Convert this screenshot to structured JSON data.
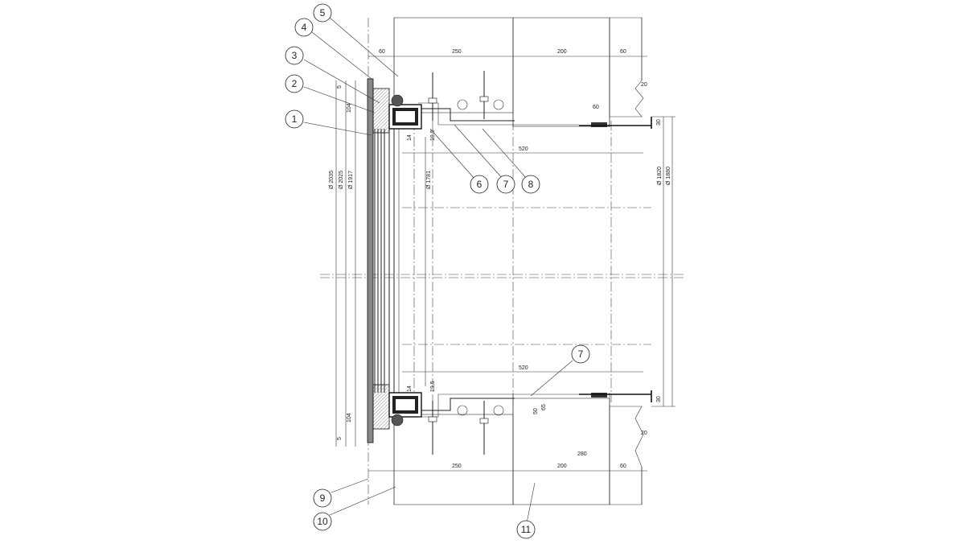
{
  "drawing": {
    "callouts": [
      {
        "id": "c1",
        "label": "1"
      },
      {
        "id": "c2",
        "label": "2"
      },
      {
        "id": "c3",
        "label": "3"
      },
      {
        "id": "c4",
        "label": "4"
      },
      {
        "id": "c5",
        "label": "5"
      },
      {
        "id": "c6",
        "label": "6"
      },
      {
        "id": "c7a",
        "label": "7"
      },
      {
        "id": "c8",
        "label": "8"
      },
      {
        "id": "c7b",
        "label": "7"
      },
      {
        "id": "c9",
        "label": "9"
      },
      {
        "id": "c10",
        "label": "10"
      },
      {
        "id": "c11",
        "label": "11"
      }
    ],
    "dimensions": {
      "top_60": "60",
      "top_250": "250",
      "top_200": "200",
      "top_60_right": "60",
      "top_20": "20",
      "top_60_inner": "60",
      "top_30": "30",
      "top_520": "520",
      "left_5": "5",
      "left_104": "104",
      "dia_2035": "Ø 2035",
      "dia_2025": "Ø 2025",
      "dia_1917": "Ø 1917",
      "dia_1781": "Ø 1781",
      "dia_1820": "Ø 1820",
      "dia_1880": "Ø 1880",
      "small_14": "14",
      "small_195": "19,5",
      "bottom_520": "520",
      "bottom_14": "14",
      "bottom_195": "19,5",
      "bottom_30": "30",
      "bottom_50": "50",
      "bottom_65": "65",
      "bottom_20": "20",
      "bottom_280": "280",
      "bottom_250": "250",
      "bottom_200": "200",
      "bottom_60": "60",
      "bottom_104": "104",
      "bottom_5": "5"
    }
  }
}
